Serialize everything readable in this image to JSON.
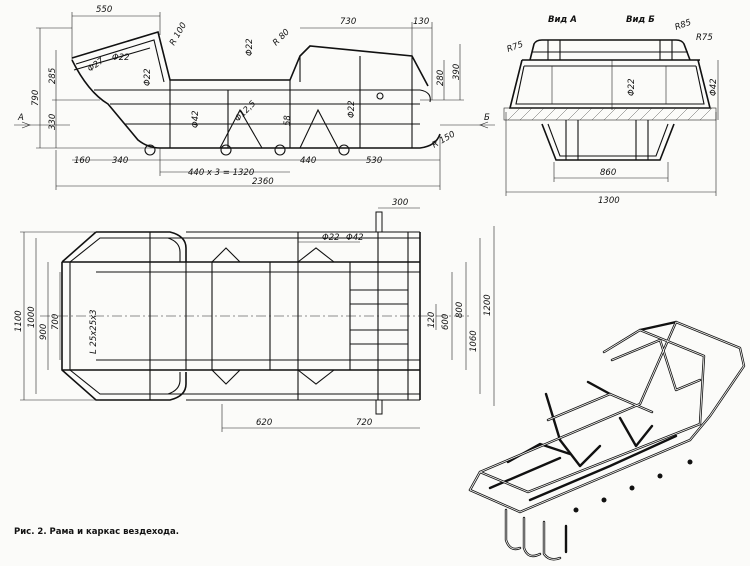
{
  "caption": "Рис. 2. Рама и каркас вездехода.",
  "views": {
    "view_a": "Вид А",
    "view_b": "Вид Б",
    "arrow_a": "А",
    "arrow_b": "Б"
  },
  "side_view": {
    "dims": {
      "top_550": "550",
      "top_730": "730",
      "top_130": "130",
      "d22_nose": "Φ22",
      "r100": "R 100",
      "d22_top": "Φ22",
      "r80": "R 80",
      "d27": "Φ27",
      "d22_mid": "Φ22",
      "h790": "790",
      "h285": "285",
      "h330": "330",
      "h280": "280",
      "h390": "390",
      "d42": "Φ42",
      "d12_5": "Φ12,5",
      "h58": "58",
      "d22_low": "Φ22",
      "r150": "R 150",
      "b160": "160",
      "b340": "340",
      "b440": "440",
      "b530": "530",
      "b440x3": "440 x 3 = 1320",
      "b2360": "2360"
    }
  },
  "end_view": {
    "dims": {
      "r75_left": "R75",
      "r85": "R85",
      "r75_right": "R75",
      "d22": "Φ22",
      "d42": "Φ42",
      "w860": "860",
      "w1300": "1300"
    }
  },
  "top_view": {
    "dims": {
      "t300": "300",
      "d22": "Φ22",
      "d42": "Φ42",
      "h1100": "1100",
      "h1000": "1000",
      "h900": "900",
      "h700": "700",
      "profile": "L 25x25x3",
      "h120": "120",
      "h600": "600",
      "h800": "800",
      "h1060": "1060",
      "h1200": "1200",
      "b620": "620",
      "b720": "720"
    }
  },
  "colors": {
    "ink": "#111111",
    "paper": "#fbfbf9"
  }
}
